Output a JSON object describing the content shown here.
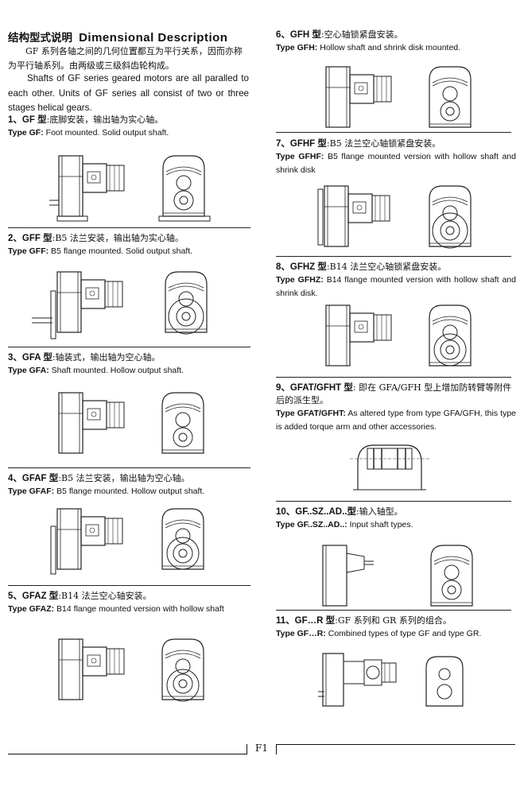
{
  "header": {
    "title_cn": "结构型式说明",
    "title_en": "Dimensional Description"
  },
  "intro": {
    "cn": "GF 系列各轴之间的几何位置都互为平行关系，因而亦称为平行轴系列。由两级或三级斜齿轮构成。",
    "en": "Shafts of GF series geared motors are all paralled to each other. Units of GF series all consist of two or three stages helical gears."
  },
  "sections": [
    {
      "num": "1、",
      "code": "GF 型",
      "cn": ":底脚安装，输出轴为实心轴。",
      "type_label": "Type GF:",
      "desc": " Foot mounted. Solid output shaft."
    },
    {
      "num": "2、",
      "code": "GFF 型",
      "cn": ":B5 法兰安装，输出轴为实心轴。",
      "type_label": "Type GFF:",
      "desc": " B5 flange mounted. Solid output shaft."
    },
    {
      "num": "3、",
      "code": "GFA 型",
      "cn": ":轴装式，输出轴为空心轴。",
      "type_label": "Type GFA:",
      "desc": " Shaft mounted. Hollow output shaft."
    },
    {
      "num": "4、",
      "code": "GFAF 型",
      "cn": ":B5 法兰安装，输出轴为空心轴。",
      "type_label": "Type GFAF:",
      "desc": " B5 flange mounted. Hollow output shaft."
    },
    {
      "num": "5、",
      "code": "GFAZ 型",
      "cn": ":B14 法兰空心轴安装。",
      "type_label": "Type GFAZ:",
      "desc": " B14 flange mounted version with hollow shaft"
    },
    {
      "num": "6、",
      "code": "GFH 型",
      "cn": ":空心轴锁紧盘安装。",
      "type_label": "Type GFH:",
      "desc": " Hollow shaft and shrink disk mounted."
    },
    {
      "num": "7、",
      "code": "GFHF 型",
      "cn": ":B5 法兰空心轴锁紧盘安装。",
      "type_label": "Type GFHF:",
      "desc": " B5 flange mounted version with hollow shaft and shrink disk"
    },
    {
      "num": "8、",
      "code": "GFHZ 型",
      "cn": ":B14 法兰空心轴锁紧盘安装。",
      "type_label": "Type GFHZ:",
      "desc": " B14 flange mounted version with hollow shaft and shrink disk."
    },
    {
      "num": "9、",
      "code": "GFAT/GFHT 型",
      "cn": ": 即在 GFA/GFH 型上增加防转臂等附件后的派生型。",
      "type_label": "Type GFAT/GFHT:",
      "desc": " As altered type from type GFA/GFH, this type is added torque arm and other accessories."
    },
    {
      "num": "10、",
      "code": "GF..SZ..AD..型",
      "cn": ":输入轴型。",
      "type_label": "Type GF..SZ..AD..:",
      "desc": " Input shaft types."
    },
    {
      "num": "11、",
      "code": "GF…R 型",
      "cn": ":GF 系列和 GR 系列的组合。",
      "type_label": "Type GF…R:",
      "desc": " Combined types of type GF and type GR."
    }
  ],
  "footer": {
    "page_number": "F1"
  }
}
